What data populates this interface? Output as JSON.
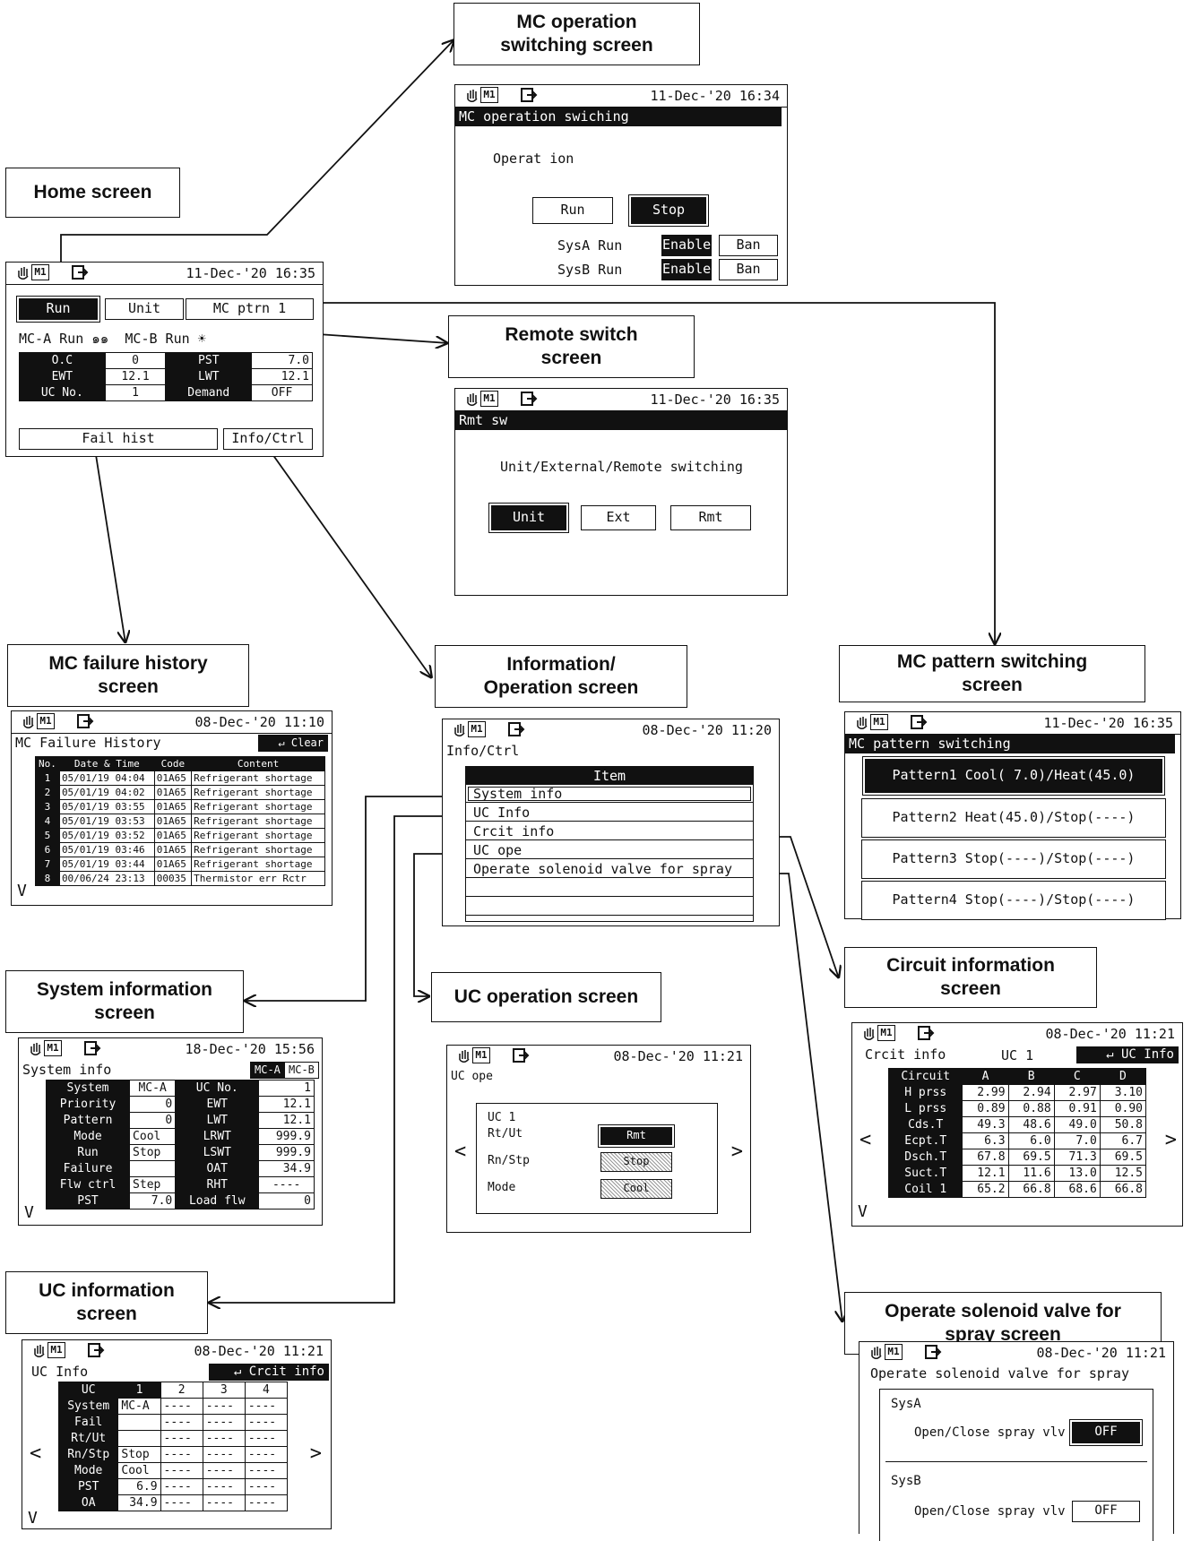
{
  "captions": {
    "home": "Home screen",
    "mc_op_switch": [
      "MC operation",
      "switching screen"
    ],
    "remote_switch": [
      "Remote switch",
      "screen"
    ],
    "mc_failure": [
      "MC failure history",
      "screen"
    ],
    "info_op": [
      "Information/",
      "Operation screen"
    ],
    "mc_pattern": [
      "MC pattern switching",
      "screen"
    ],
    "system_info": [
      "System information",
      "screen"
    ],
    "uc_operation": "UC operation screen",
    "circuit_info": [
      "Circuit information",
      "screen"
    ],
    "uc_info": [
      "UC information",
      "screen"
    ],
    "solenoid": [
      "Operate solenoid valve for",
      "spray screen"
    ]
  },
  "common": {
    "m1": "M1"
  },
  "home": {
    "datetime": "11-Dec-'20 16:35",
    "run": "Run",
    "unit": "Unit",
    "ptrn": "MC ptrn 1",
    "status": "MC-A  Run  ๑๑   MC-B  Run",
    "sun": "☀",
    "drops": "๑๑",
    "mca": "MC-A",
    "mca_run": "Run",
    "mcb": "MC-B",
    "mcb_run": "Run",
    "rows": [
      [
        "O.C",
        "0",
        "PST",
        "7.0"
      ],
      [
        "EWT",
        "12.1",
        "LWT",
        "12.1"
      ],
      [
        "UC No.",
        "1",
        "Demand",
        "OFF"
      ]
    ],
    "fail_hist": "Fail hist",
    "info_ctrl": "Info/Ctrl"
  },
  "mc_op": {
    "datetime": "11-Dec-'20 16:34",
    "title": "MC operation swiching",
    "operation": "Operat ion",
    "run": "Run",
    "stop": "Stop",
    "sysa": "SysA Run",
    "sysb": "SysB Run",
    "enable": "Enable",
    "ban": "Ban"
  },
  "rmt": {
    "datetime": "11-Dec-'20 16:35",
    "title": "Rmt sw",
    "text": "Unit/External/Remote switching",
    "unit": "Unit",
    "ext": "Ext",
    "rmt": "Rmt"
  },
  "failure": {
    "datetime": "08-Dec-'20 11:10",
    "title": "MC Failure History",
    "clear": "Clear",
    "headers": [
      "No.",
      "Date & Time",
      "Code",
      "Content"
    ],
    "rows": [
      [
        "1",
        "05/01/19 04:04",
        "01A65",
        "Refrigerant shortage"
      ],
      [
        "2",
        "05/01/19 04:02",
        "01A65",
        "Refrigerant shortage"
      ],
      [
        "3",
        "05/01/19 03:55",
        "01A65",
        "Refrigerant shortage"
      ],
      [
        "4",
        "05/01/19 03:53",
        "01A65",
        "Refrigerant shortage"
      ],
      [
        "5",
        "05/01/19 03:52",
        "01A65",
        "Refrigerant shortage"
      ],
      [
        "6",
        "05/01/19 03:46",
        "01A65",
        "Refrigerant shortage"
      ],
      [
        "7",
        "05/01/19 03:44",
        "01A65",
        "Refrigerant shortage"
      ],
      [
        "8",
        "00/06/24 23:13",
        "00035",
        "Thermistor err Rctr"
      ]
    ],
    "down": "V"
  },
  "infoctrl": {
    "datetime": "08-Dec-'20 11:20",
    "title": "Info/Ctrl",
    "item": "Item",
    "items": [
      "System info",
      "UC Info",
      "Crcit info",
      "UC ope",
      "Operate solenoid valve for spray",
      "",
      ""
    ]
  },
  "pattern": {
    "datetime": "11-Dec-'20 16:35",
    "title": "MC pattern switching",
    "items": [
      "Pattern1 Cool( 7.0)/Heat(45.0)",
      "Pattern2 Heat(45.0)/Stop(----)",
      "Pattern3 Stop(----)/Stop(----)",
      "Pattern4 Stop(----)/Stop(----)"
    ]
  },
  "sysinfo": {
    "datetime": "18-Dec-'20 15:56",
    "title": "System info",
    "tab_a": "MC-A",
    "tab_b": "MC-B",
    "rows": [
      [
        "System",
        "MC-A",
        "UC No.",
        "1"
      ],
      [
        "Priority",
        "0",
        "EWT",
        "12.1"
      ],
      [
        "Pattern",
        "0",
        "LWT",
        "12.1"
      ],
      [
        "Mode",
        "Cool",
        "LRWT",
        "999.9"
      ],
      [
        "Run",
        "Stop",
        "LSWT",
        "999.9"
      ],
      [
        "Failure",
        "",
        "OAT",
        "34.9"
      ],
      [
        "Flw ctrl",
        "Step",
        "RHT",
        "----"
      ],
      [
        "PST",
        "7.0",
        "Load flw",
        "0"
      ]
    ],
    "down": "V"
  },
  "ucope": {
    "datetime": "08-Dec-'20 11:21",
    "title": "UC ope",
    "uc": "UC  1",
    "rtut": "Rt/Ut",
    "rnstp": "Rn/Stp",
    "mode": "Mode",
    "rmt": "Rmt",
    "stop": "Stop",
    "cool": "Cool",
    "left": "<",
    "right": ">"
  },
  "circuit": {
    "datetime": "08-Dec-'20 11:21",
    "title": "Crcit info",
    "uc": "UC  1",
    "back": "UC Info",
    "headers": [
      "Circuit",
      "A",
      "B",
      "C",
      "D"
    ],
    "rows": [
      [
        "H prss",
        "2.99",
        "2.94",
        "2.97",
        "3.10"
      ],
      [
        "L prss",
        "0.89",
        "0.88",
        "0.91",
        "0.90"
      ],
      [
        "Cds.T",
        "49.3",
        "48.6",
        "49.0",
        "50.8"
      ],
      [
        "Ecpt.T",
        "6.3",
        "6.0",
        "7.0",
        "6.7"
      ],
      [
        "Dsch.T",
        "67.8",
        "69.5",
        "71.3",
        "69.5"
      ],
      [
        "Suct.T",
        "12.1",
        "11.6",
        "13.0",
        "12.5"
      ],
      [
        "Coil 1",
        "65.2",
        "66.8",
        "68.6",
        "66.8"
      ]
    ],
    "left": "<",
    "right": ">",
    "down": "V"
  },
  "ucinfo": {
    "datetime": "08-Dec-'20 11:21",
    "title": "UC Info",
    "back": "Crcit info",
    "headers": [
      "UC",
      "1",
      "2",
      "3",
      "4"
    ],
    "rows": [
      [
        "System",
        "MC-A",
        "----",
        "----",
        "----"
      ],
      [
        "Fail",
        "",
        "----",
        "----",
        "----"
      ],
      [
        "Rt/Ut",
        "",
        "----",
        "----",
        "----"
      ],
      [
        "Rn/Stp",
        "Stop",
        "----",
        "----",
        "----"
      ],
      [
        "Mode",
        "Cool",
        "----",
        "----",
        "----"
      ],
      [
        "PST",
        "6.9",
        "----",
        "----",
        "----"
      ],
      [
        "OA",
        "34.9",
        "----",
        "----",
        "----"
      ]
    ],
    "left": "<",
    "right": ">",
    "down": "V"
  },
  "solenoid": {
    "datetime": "08-Dec-'20 11:21",
    "title": "Operate solenoid valve for spray",
    "sysa": "SysA",
    "sysb": "SysB",
    "label": "Open/Close spray vlv",
    "off": "OFF"
  }
}
